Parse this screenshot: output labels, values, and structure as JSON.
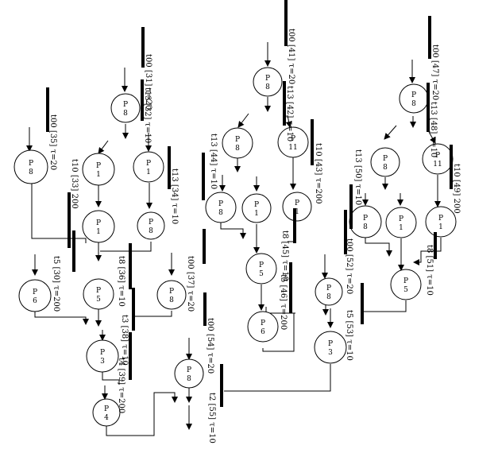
{
  "places": [
    {
      "id": "p1",
      "name": "P",
      "num": "8"
    },
    {
      "id": "p2",
      "name": "P",
      "num": "1"
    },
    {
      "id": "p3",
      "name": "P",
      "num": "8"
    },
    {
      "id": "p4",
      "name": "P",
      "num": "1"
    },
    {
      "id": "p5",
      "name": "P",
      "num": "1"
    },
    {
      "id": "p6",
      "name": "P",
      "num": "8"
    },
    {
      "id": "p7",
      "name": "P",
      "num": "6"
    },
    {
      "id": "p8",
      "name": "P",
      "num": "5"
    },
    {
      "id": "p9",
      "name": "P",
      "num": "8"
    },
    {
      "id": "p10",
      "name": "P",
      "num": "3"
    },
    {
      "id": "p11",
      "name": "P",
      "num": "4"
    },
    {
      "id": "p12",
      "name": "P",
      "num": "8"
    },
    {
      "id": "p13",
      "name": "P",
      "num": "8"
    },
    {
      "id": "p14",
      "name": "P",
      "num": "8"
    },
    {
      "id": "p15",
      "name": "P",
      "num": "11"
    },
    {
      "id": "p16",
      "name": "P",
      "num": "8"
    },
    {
      "id": "p17",
      "name": "P",
      "num": "1"
    },
    {
      "id": "p18",
      "name": "P",
      "num": "1"
    },
    {
      "id": "p19",
      "name": "P",
      "num": "5"
    },
    {
      "id": "p20",
      "name": "P",
      "num": "6"
    },
    {
      "id": "p21",
      "name": "P",
      "num": "8"
    },
    {
      "id": "p22",
      "name": "P",
      "num": "3"
    },
    {
      "id": "p23",
      "name": "P",
      "num": "8"
    },
    {
      "id": "p24",
      "name": "P",
      "num": "8"
    },
    {
      "id": "p25",
      "name": "P",
      "num": "11"
    },
    {
      "id": "p26",
      "name": "P",
      "num": "8"
    },
    {
      "id": "p27",
      "name": "P",
      "num": "1"
    },
    {
      "id": "p28",
      "name": "P",
      "num": "1"
    },
    {
      "id": "p29",
      "name": "P",
      "num": "5"
    }
  ],
  "transitions": [
    {
      "id": "t1",
      "label": "t00 [35] τ=20"
    },
    {
      "id": "t2",
      "label": "t00 [31] τ=20"
    },
    {
      "id": "t3",
      "label": "t13 [32] τ=10"
    },
    {
      "id": "t4",
      "label": "t10 [33] 200"
    },
    {
      "id": "t5",
      "label": "t13 [34] τ=10"
    },
    {
      "id": "t6",
      "label": "t5 [30] τ=200"
    },
    {
      "id": "t7",
      "label": "t8 [36] τ=10"
    },
    {
      "id": "t8",
      "label": "t00 [37] τ=20"
    },
    {
      "id": "t9",
      "label": "t3 [38] τ=10"
    },
    {
      "id": "t10",
      "label": "t4 [39] τ=200"
    },
    {
      "id": "t11",
      "label": "t00 [54] τ=20"
    },
    {
      "id": "t12",
      "label": "t2 [55] τ=10"
    },
    {
      "id": "t13",
      "label": "t00 [41] τ=20"
    },
    {
      "id": "t14",
      "label": "t13 [42] τ=10"
    },
    {
      "id": "t15",
      "label": "t13 [44] τ=10"
    },
    {
      "id": "t16",
      "label": "t10 [43] τ=200"
    },
    {
      "id": "t17",
      "label": "t8 [45] τ=10"
    },
    {
      "id": "t18",
      "label": "t5 [46] τ=200"
    },
    {
      "id": "t19",
      "label": "t00 [47] τ=20"
    },
    {
      "id": "t20",
      "label": "t13 [48] τ=10"
    },
    {
      "id": "t21",
      "label": "t13 [50] τ=10"
    },
    {
      "id": "t22",
      "label": "t10 [49] 200"
    },
    {
      "id": "t23",
      "label": "t00 [52] τ=20"
    },
    {
      "id": "t24",
      "label": "t8 [51] τ=10"
    },
    {
      "id": "t25",
      "label": "t5 [53] τ=10"
    }
  ]
}
